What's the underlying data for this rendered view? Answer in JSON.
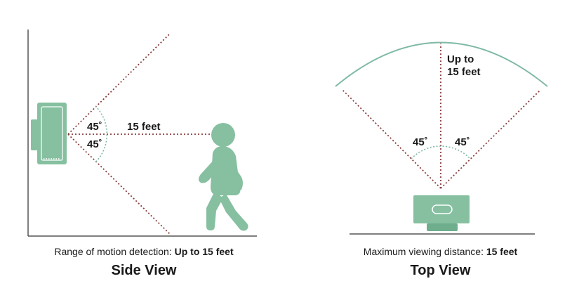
{
  "colors": {
    "green": "#86c0a0",
    "green_dark": "#6fae8d",
    "teal_arc": "#7fb9a6",
    "dotted_red": "#8a3b3b",
    "line_gray": "#555555"
  },
  "side_view": {
    "angle_top": "45˚",
    "angle_bottom": "45˚",
    "distance_label": "15 feet",
    "caption_prefix": "Range of motion detection: ",
    "caption_value": "Up to 15 feet",
    "title": "Side View"
  },
  "top_view": {
    "range_line1": "Up to",
    "range_line2": "15 feet",
    "angle_left": "45˚",
    "angle_right": "45˚",
    "caption_prefix": "Maximum viewing distance: ",
    "caption_value": "15 feet",
    "title": "Top View"
  }
}
